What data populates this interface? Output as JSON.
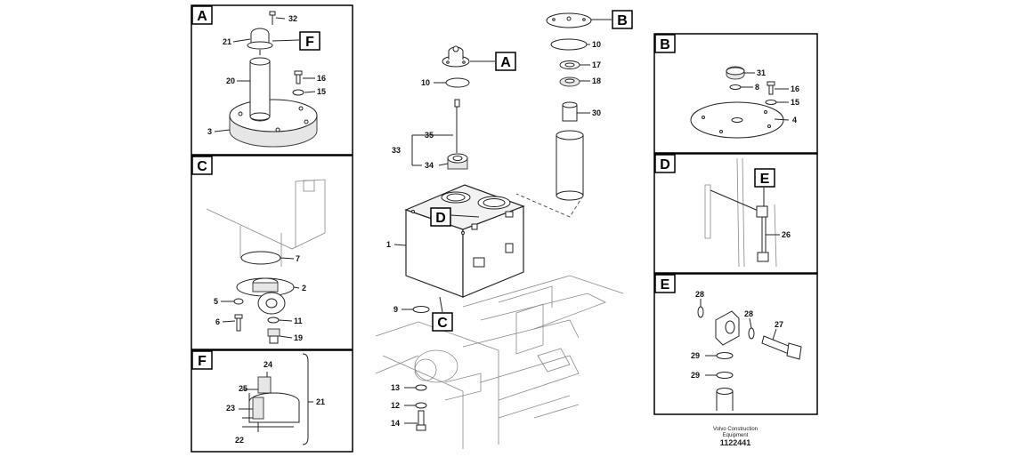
{
  "panels": {
    "A": {
      "tag": "A",
      "f_tag": "F",
      "labels": [
        "32",
        "21",
        "20",
        "16",
        "15",
        "3"
      ]
    },
    "C": {
      "tag": "C",
      "labels": [
        "7",
        "2",
        "5",
        "6",
        "11",
        "19"
      ]
    },
    "F": {
      "tag": "F",
      "labels": [
        "24",
        "25",
        "23",
        "22",
        "21"
      ]
    },
    "B": {
      "tag": "B",
      "labels": [
        "31",
        "8",
        "16",
        "15",
        "4"
      ]
    },
    "D": {
      "tag": "D",
      "e_tag": "E",
      "labels": [
        "26"
      ]
    },
    "E": {
      "tag": "E",
      "labels": [
        "28",
        "28",
        "27",
        "29",
        "29"
      ]
    }
  },
  "main": {
    "tags": [
      "A",
      "B",
      "D",
      "C"
    ],
    "labels": [
      "10",
      "17",
      "18",
      "30",
      "10",
      "35",
      "33",
      "34",
      "1",
      "9",
      "13",
      "12",
      "14"
    ]
  },
  "footer": {
    "line1": "Volvo Construction",
    "line2": "Equipment",
    "number": "1122441"
  }
}
